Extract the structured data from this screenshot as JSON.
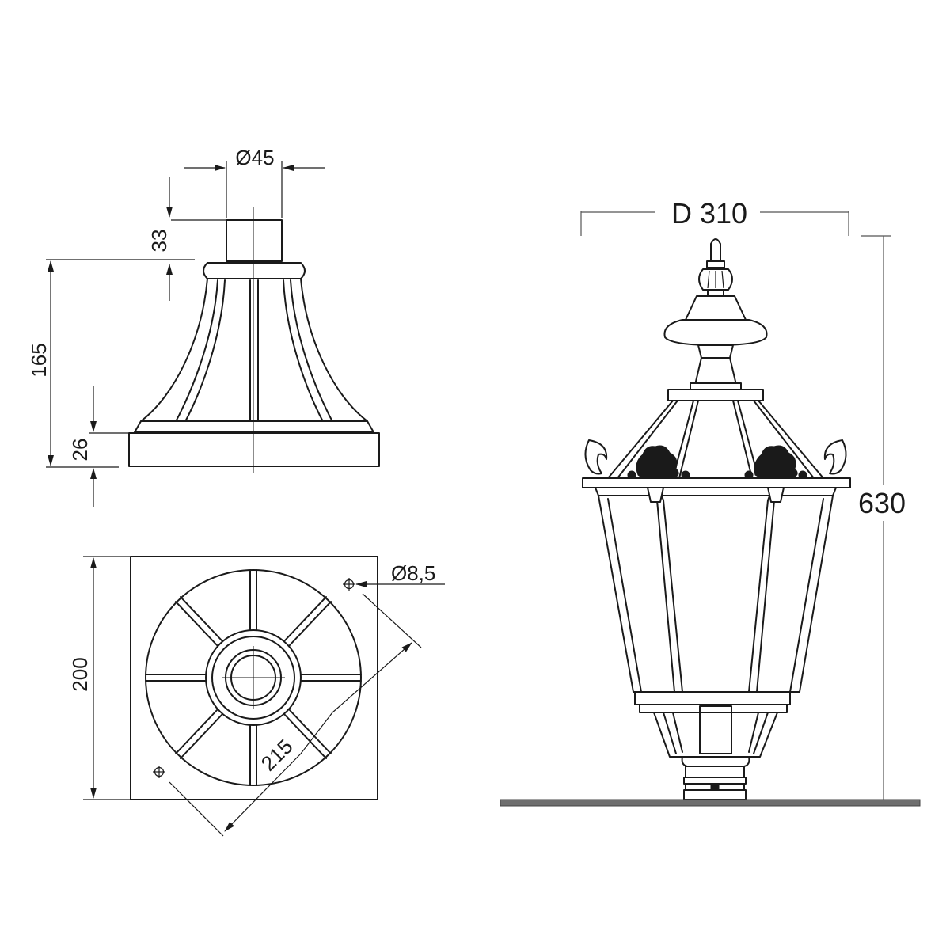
{
  "dimensions": {
    "spigot_diameter": "Ø45",
    "spigot_height": "33",
    "base_total_height": "165",
    "plate_thickness": "26",
    "hole_diameter": "Ø8,5",
    "plate_width": "200",
    "hole_spacing": "215",
    "lantern_diameter": "D 310",
    "lantern_height": "630"
  },
  "colors": {
    "line": "#1a1a1a",
    "background": "#ffffff",
    "ground": "#555555"
  }
}
